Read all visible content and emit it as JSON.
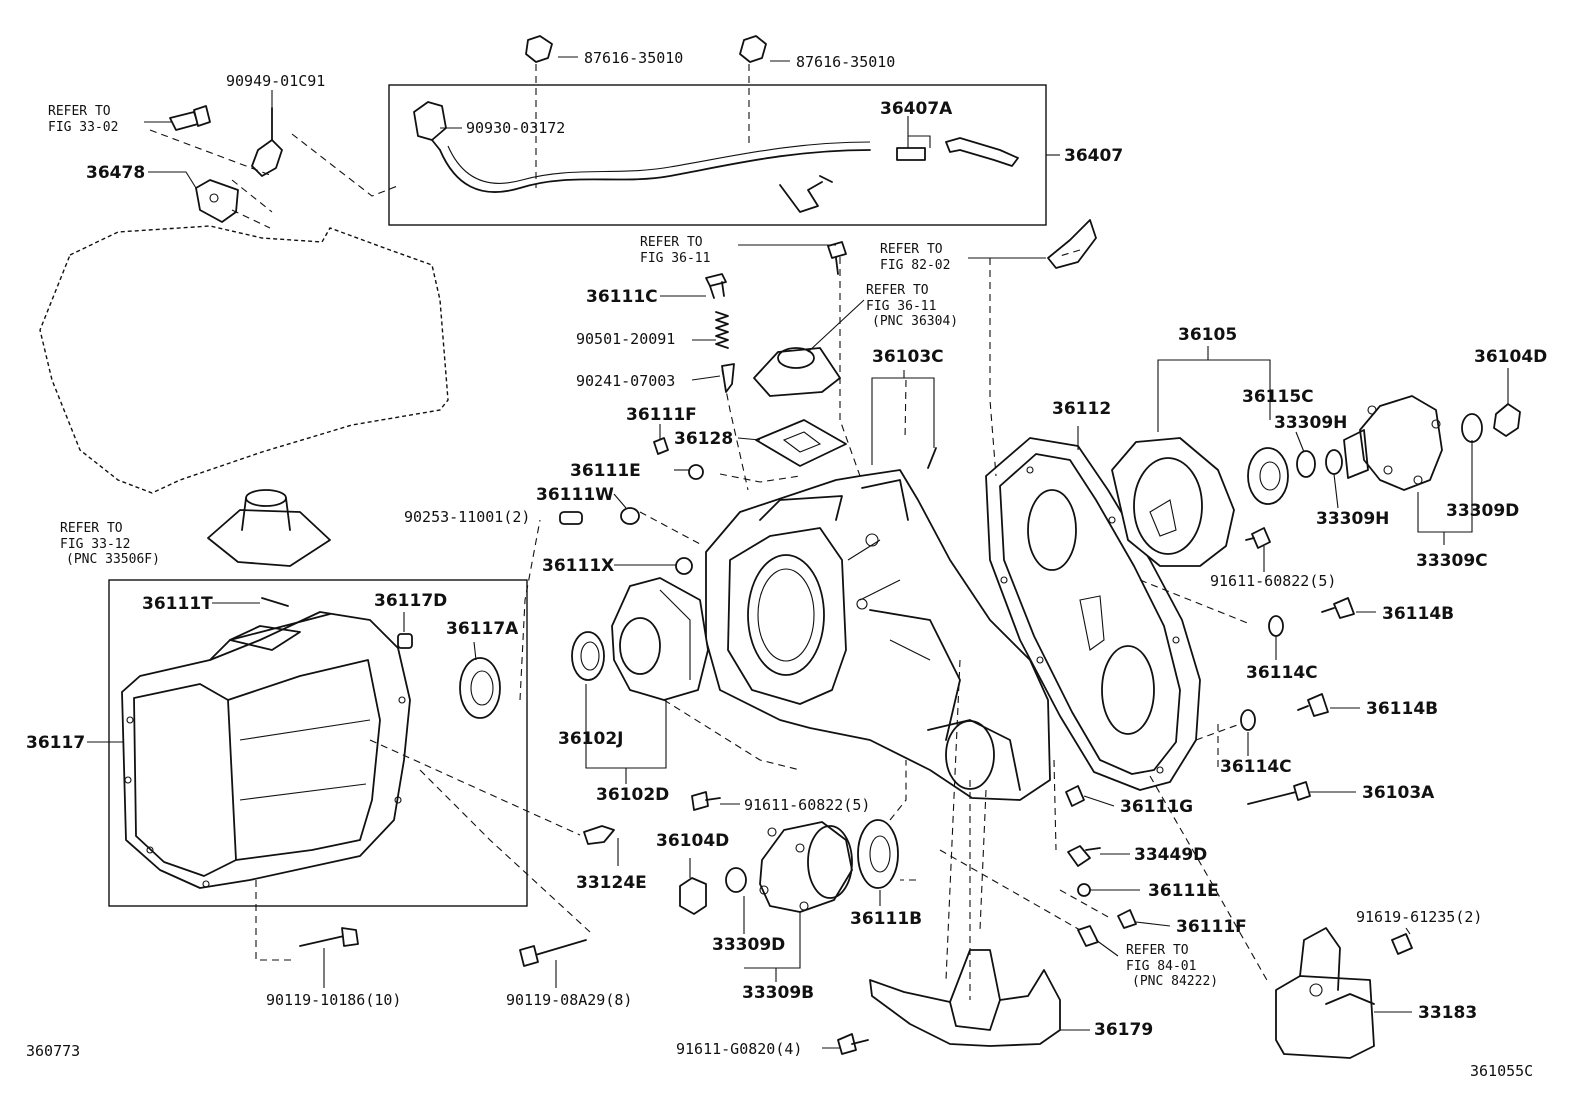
{
  "drawing_codes": {
    "left": "360773",
    "right": "361055C"
  },
  "parts": {
    "p87616a": "87616-35010",
    "p87616b": "87616-35010",
    "p90949": "90949-01C91",
    "p90930": "90930-03172",
    "p36407A": "36407A",
    "p36407": "36407",
    "p36478": "36478",
    "p36111C": "36111C",
    "p90501": "90501-20091",
    "p90241": "90241-07003",
    "p36103C": "36103C",
    "p36111F_top": "36111F",
    "p36128": "36128",
    "p36111E_top": "36111E",
    "p36111W": "36111W",
    "p90253": "90253-11001(2)",
    "p36111X": "36111X",
    "p36111T": "36111T",
    "p36117D": "36117D",
    "p36117A": "36117A",
    "p36117": "36117",
    "p36102J": "36102J",
    "p36102D": "36102D",
    "p91611_mid": "91611-60822(5)",
    "p33124E": "33124E",
    "p36104D_low": "36104D",
    "p33309D_low": "33309D",
    "p33309B": "33309B",
    "p36111B": "36111B",
    "p90119a": "90119-10186(10)",
    "p90119b": "90119-08A29(8)",
    "p91611_bot": "91611-G0820(4)",
    "p36179": "36179",
    "p36112": "36112",
    "p36105": "36105",
    "p36115C": "36115C",
    "p33309H_a": "33309H",
    "p33309H_b": "33309H",
    "p36104D_top": "36104D",
    "p33309D_top": "33309D",
    "p33309C": "33309C",
    "p91611_right": "91611-60822(5)",
    "p36114B_a": "36114B",
    "p36114C_a": "36114C",
    "p36114B_b": "36114B",
    "p36114C_b": "36114C",
    "p36103A": "36103A",
    "p36111G": "36111G",
    "p33449D": "33449D",
    "p36111E_low": "36111E",
    "p36111F_low": "36111F",
    "p91619": "91619-61235(2)",
    "p33183": "33183"
  },
  "refs": {
    "r3302": {
      "line1": "REFER TO",
      "line2": "FIG 33-02"
    },
    "r3611a": {
      "line1": "REFER TO",
      "line2": "FIG 36-11"
    },
    "r8202": {
      "line1": "REFER TO",
      "line2": "FIG 82-02"
    },
    "r3611b": {
      "line1": "REFER TO",
      "line2": "FIG 36-11",
      "line3": "(PNC 36304)"
    },
    "r3312": {
      "line1": "REFER TO",
      "line2": "FIG 33-12",
      "line3": "(PNC 33506F)"
    },
    "r8401": {
      "line1": "REFER TO",
      "line2": "FIG 84-01",
      "line3": "(PNC 84222)"
    }
  }
}
